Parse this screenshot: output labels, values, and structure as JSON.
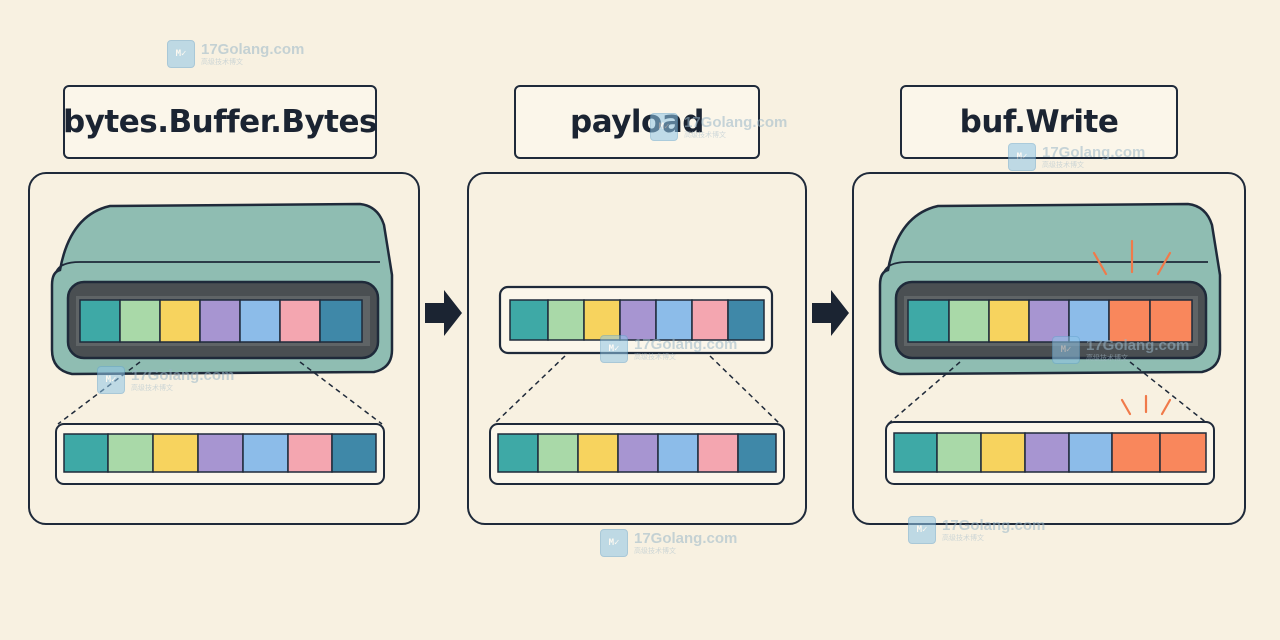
{
  "panels": [
    {
      "title": "bytes.Buffer.Bytes"
    },
    {
      "title": "payload"
    },
    {
      "title": "buf.Write"
    }
  ],
  "colors": {
    "teal": "#3ea9a6",
    "mint": "#a9d9a8",
    "yellow": "#f7d35e",
    "lavender": "#a795d1",
    "sky": "#8cbce9",
    "pink": "#f4a6b0",
    "steel": "#3f88a8",
    "orange": "#f9875c",
    "box": "#8fbdb2",
    "outline": "#1f2a3a"
  },
  "watermark": {
    "logo": "M✓",
    "site": "17Golang.com",
    "sub": "高级技术博文"
  }
}
